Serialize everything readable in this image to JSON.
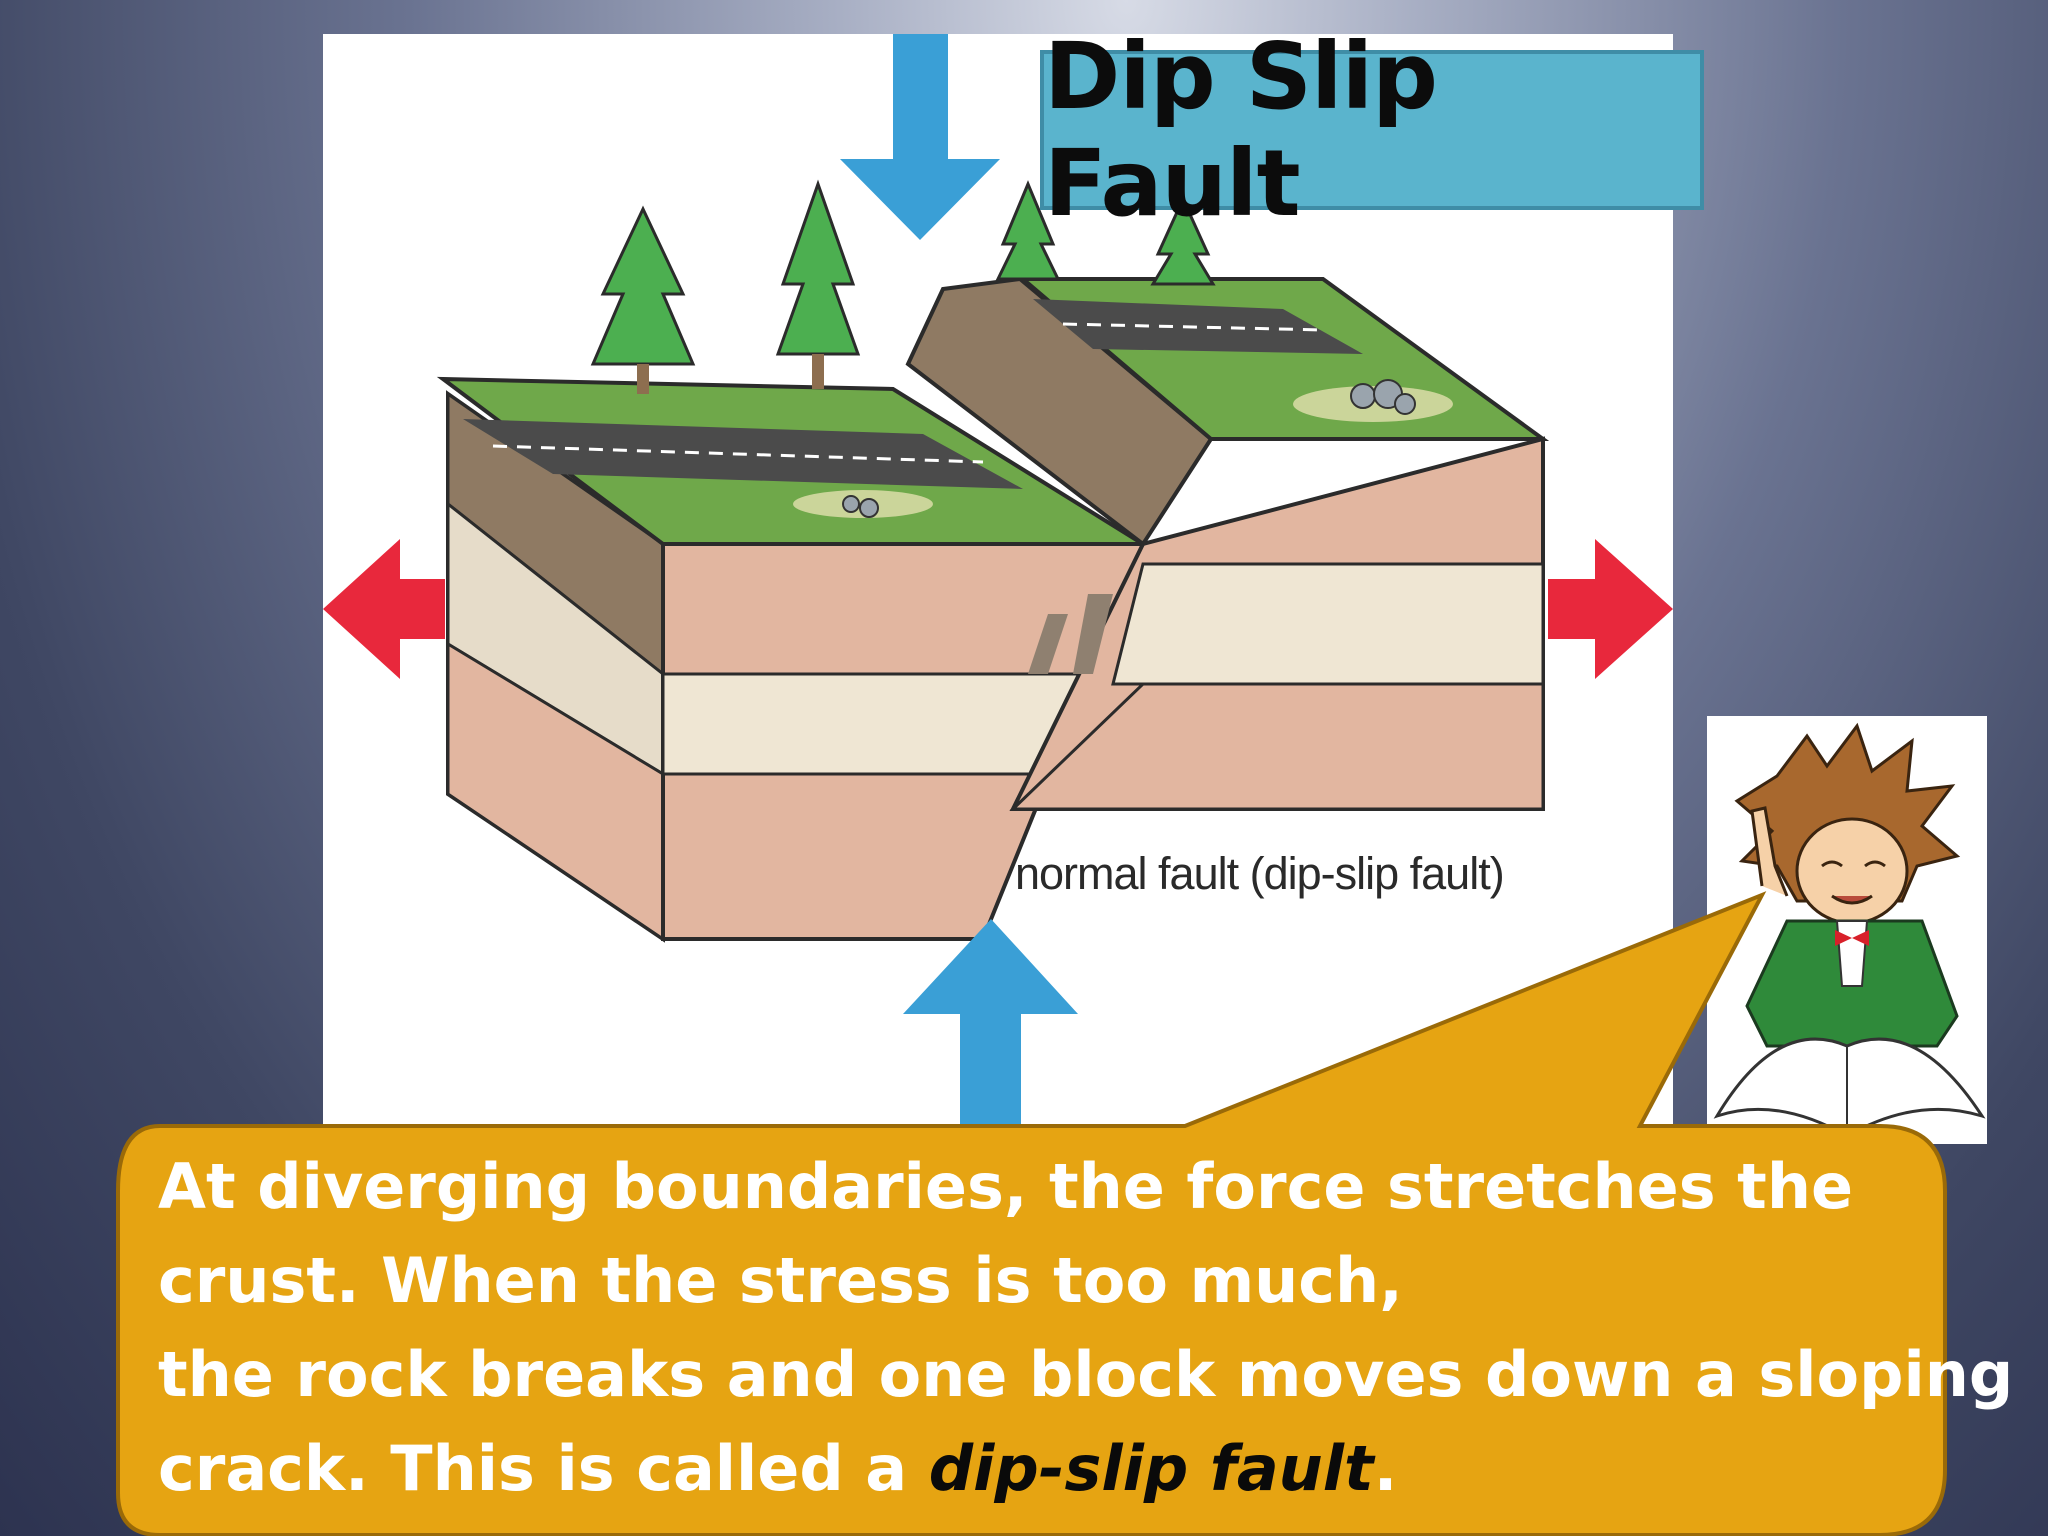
{
  "slide": {
    "title": "Dip Slip Fault",
    "diagram_caption": "normal fault  (dip-slip fault)",
    "callout": {
      "line1": "At diverging boundaries, the force stretches the",
      "line2": "crust.  When the stress is too much,",
      "line3": "the rock breaks and one block moves down a sloping",
      "line4_prefix": "crack.  This is called a ",
      "line4_emphasis": "dip-slip fault",
      "line4_suffix": "."
    }
  },
  "colors": {
    "background": "#4a5270",
    "title_box": "#5ab4cd",
    "callout_box": "#e6a412",
    "tension_arrow": "#e8283c",
    "compression_arrow": "#3a9fd6",
    "grass": "#6fa84a",
    "rock_pink": "#e2b6a0",
    "rock_cream": "#efe6d3"
  },
  "icons": [
    "down-arrow-icon",
    "up-arrow-icon",
    "left-arrow-icon",
    "right-arrow-icon",
    "tree-icon",
    "professor-character-icon"
  ]
}
